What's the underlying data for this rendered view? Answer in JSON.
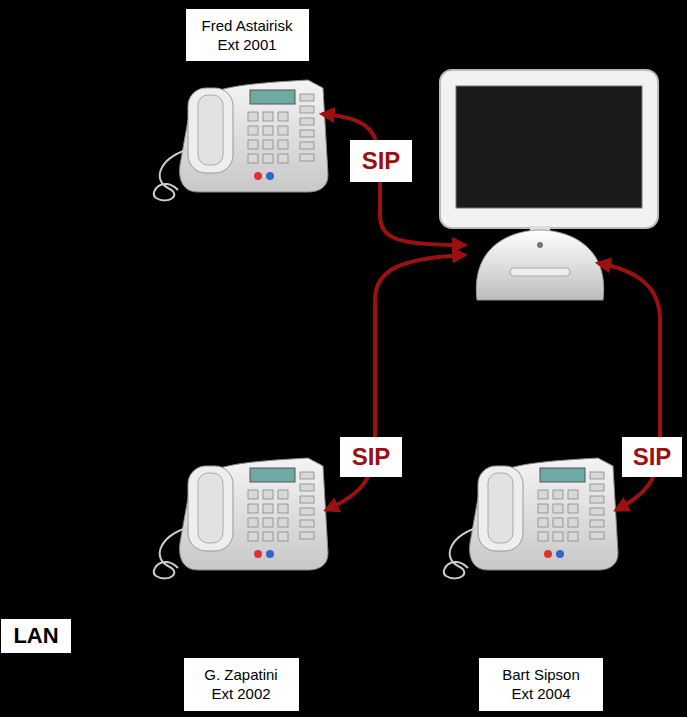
{
  "diagram": {
    "nodes": [
      {
        "text": [
          "Fred Astairisk Ext 2001"
        ]
      },
      {
        "text": [
          "LAN"
        ]
      },
      {
        "text": [
          "G. Zapatini Ext 2002"
        ]
      },
      {
        "text": [
          "Bart Sipson Ext 2004"
        ]
      }
    ],
    "labels": [
      "SIP",
      "SIP",
      "SIP"
    ]
  }
}
